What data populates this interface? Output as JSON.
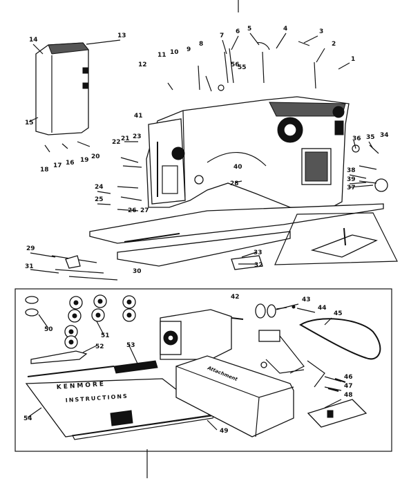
{
  "diagram": {
    "callouts": [
      "1",
      "2",
      "3",
      "4",
      "5",
      "6",
      "7",
      "8",
      "9",
      "10",
      "11",
      "12",
      "13",
      "14",
      "15",
      "16",
      "17",
      "18",
      "19",
      "20",
      "21",
      "22",
      "23",
      "24",
      "25",
      "26",
      "27",
      "28",
      "29",
      "30",
      "31",
      "32",
      "33",
      "34",
      "35",
      "36",
      "37",
      "38",
      "39",
      "40",
      "41",
      "42",
      "43",
      "44",
      "45",
      "46",
      "47",
      "48",
      "49",
      "50",
      "51",
      "52",
      "53",
      "54",
      "55",
      "56"
    ],
    "manual": {
      "brand": "KENMORE",
      "title": "INSTRUCTIONS"
    },
    "attachment_box_label": "Attachment"
  }
}
